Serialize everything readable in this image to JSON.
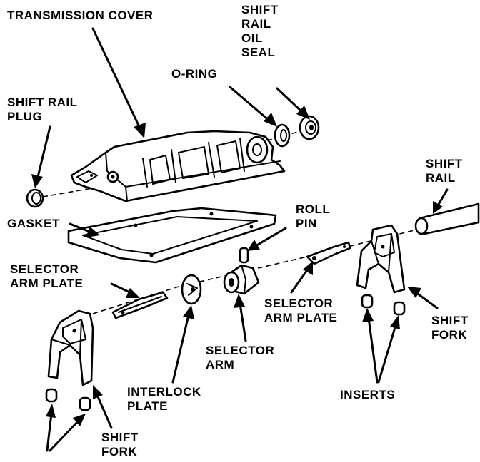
{
  "labels": {
    "transmission_cover": "TRANSMISSION COVER",
    "shift_rail_oil_seal": "SHIFT\nRAIL\nOIL\nSEAL",
    "o_ring": "O-RING",
    "shift_rail_plug": "SHIFT RAIL\nPLUG",
    "shift_rail": "SHIFT\nRAIL",
    "gasket": "GASKET",
    "roll_pin": "ROLL\nPIN",
    "selector_arm_plate_left": "SELECTOR\nARM PLATE",
    "selector_arm_plate_right": "SELECTOR\nARM PLATE",
    "selector_arm": "SELECTOR\nARM",
    "interlock_plate": "INTERLOCK\nPLATE",
    "inserts": "INSERTS",
    "shift_fork_right": "SHIFT\nFORK",
    "shift_fork_left": "SHIFT\nFORK"
  },
  "colors": {
    "ink": "#000000",
    "paper": "#ffffff"
  }
}
